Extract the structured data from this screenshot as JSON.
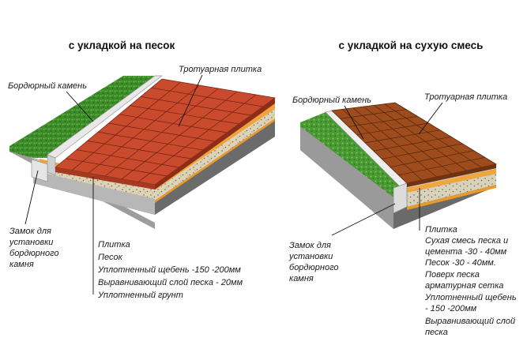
{
  "left": {
    "title": "с укладкой на песок",
    "label_curb": "Бордюрный камень",
    "label_tile": "Тротуарная плитка",
    "lock_lines": [
      "Замок для",
      "установки",
      "бордюрного",
      "камня"
    ],
    "layers": [
      "Плитка",
      "Песок",
      "Уплотненный щебень -150 -200мм",
      "Выравнивающий слой песка - 20мм",
      "Уплотненный грунт"
    ]
  },
  "right": {
    "title": "с укладкой на сухую смесь",
    "label_curb": "Бордюрный камень",
    "label_tile": "Тротуарная плитка",
    "lock_lines": [
      "Замок для",
      "установки",
      "бордюрного",
      "камня"
    ],
    "layers": [
      "Плитка",
      "Сухая смесь песка и",
      "цемента -30 - 40мм",
      "Песок -30 - 40мм.",
      "Поверх песка",
      "арматурная сетка",
      "Уплотненный щебень",
      " - 150 -200мм",
      "Выравнивающий слой",
      " песка"
    ]
  },
  "colors": {
    "tile_left": "#c24a2c",
    "tile_right": "#9c4a1c",
    "grass": "#3f8f2a",
    "gravel": "#d8cdb0",
    "sand": "#e89a2a",
    "soil": "#b5b5b5"
  }
}
